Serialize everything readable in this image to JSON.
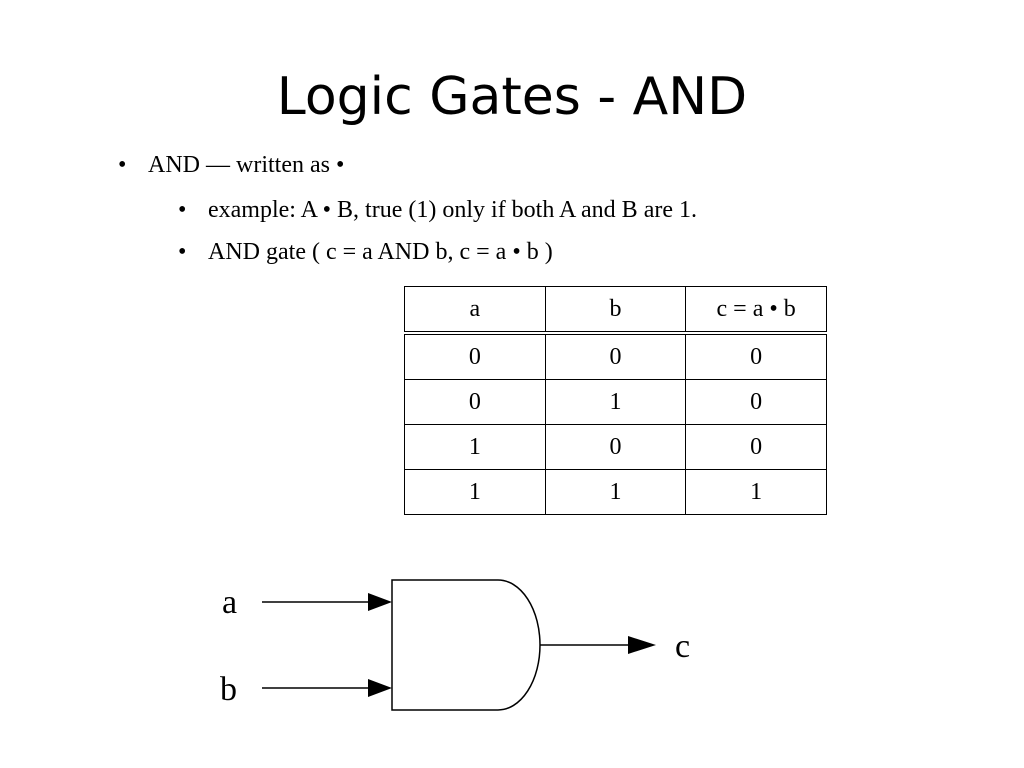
{
  "title": "Logic Gates - AND",
  "bullets": {
    "bullet_char": "•",
    "level1": "AND — written as •",
    "level2": [
      "example: A • B, true (1) only if both A and B are 1.",
      "AND gate ( c = a AND b,  c = a • b )"
    ]
  },
  "truth_table": {
    "headers": [
      "a",
      "b",
      "c = a • b"
    ],
    "rows": [
      [
        "0",
        "0",
        "0"
      ],
      [
        "0",
        "1",
        "0"
      ],
      [
        "1",
        "0",
        "0"
      ],
      [
        "1",
        "1",
        "1"
      ]
    ]
  },
  "gate": {
    "input_a": "a",
    "input_b": "b",
    "output": "c"
  }
}
